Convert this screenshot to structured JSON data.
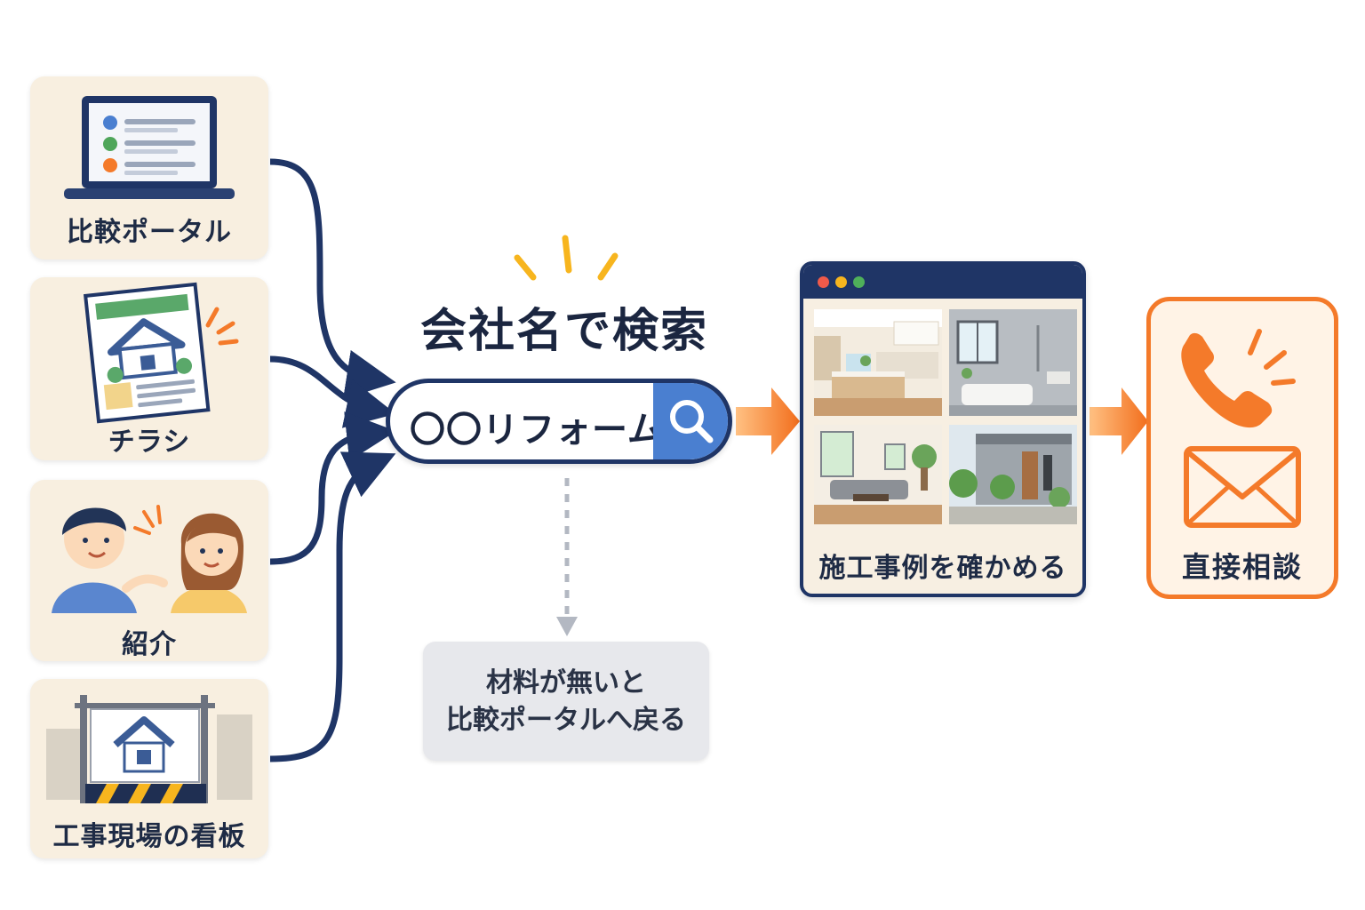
{
  "sources": [
    {
      "label": "比較ポータル",
      "icon": "laptop-list-icon"
    },
    {
      "label": "チラシ",
      "icon": "flyer-house-icon"
    },
    {
      "label": "紹介",
      "icon": "two-people-talking-icon"
    },
    {
      "label": "工事現場の看板",
      "icon": "construction-sign-icon"
    }
  ],
  "search": {
    "heading": "会社名で検索",
    "query": "〇〇リフォーム",
    "icon": "search-icon"
  },
  "fallback": {
    "line1": "材料が無いと",
    "line2": "比較ポータルへ戻る"
  },
  "cases": {
    "caption": "施工事例を確かめる",
    "photos": [
      "kitchen",
      "bathroom",
      "living-room",
      "exterior"
    ]
  },
  "contact": {
    "label": "直接相談",
    "icons": [
      "phone-icon",
      "envelope-icon"
    ]
  },
  "colors": {
    "navy": "#1f3566",
    "orange": "#f47a2a",
    "card_bg": "#f8efe0",
    "search_blue": "#4a7fd0",
    "gray_box": "#e7e8ec"
  }
}
